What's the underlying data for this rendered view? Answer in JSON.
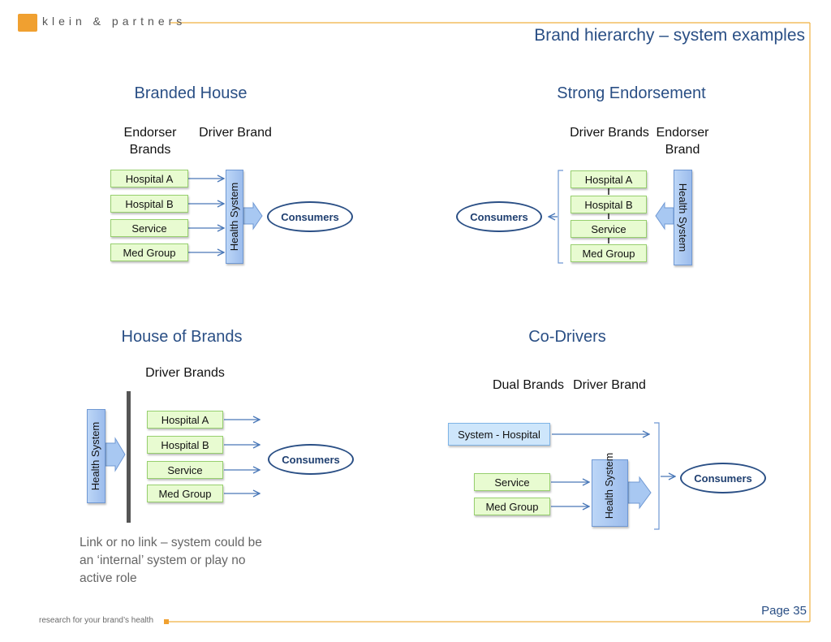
{
  "header": {
    "logo_text": "klein & partners",
    "title": "Brand hierarchy – system examples"
  },
  "branded_house": {
    "title": "Branded House",
    "endorser_label": "Endorser Brands",
    "driver_label": "Driver Brand",
    "items": [
      "Hospital A",
      "Hospital B",
      "Service",
      "Med Group"
    ],
    "system": "Health System",
    "consumers": "Consumers"
  },
  "strong_endorsement": {
    "title": "Strong Endorsement",
    "driver_label": "Driver Brands",
    "endorser_label": "Endorser Brand",
    "items": [
      "Hospital A",
      "Hospital B",
      "Service",
      "Med Group"
    ],
    "system": "Health System",
    "consumers": "Consumers"
  },
  "house_of_brands": {
    "title": "House of Brands",
    "driver_label": "Driver Brands",
    "items": [
      "Hospital A",
      "Hospital B",
      "Service",
      "Med Group"
    ],
    "system": "Health System",
    "consumers": "Consumers",
    "note": "Link or no link – system could be an ‘internal’ system or play no active role"
  },
  "co_drivers": {
    "title": "Co-Drivers",
    "dual_label": "Dual Brands",
    "driver_label": "Driver Brand",
    "system_hospital": "System - Hospital",
    "items": [
      "Service",
      "Med Group"
    ],
    "system": "Health System",
    "consumers": "Consumers"
  },
  "footer": {
    "tagline": "research for your brand’s health",
    "page": "Page 35"
  },
  "colors": {
    "accent": "#f0a030",
    "title_blue": "#2a4f85",
    "green_box": "#e8fbd1",
    "blue_box": "#cee6fb",
    "arrow": "#4a78b8"
  }
}
